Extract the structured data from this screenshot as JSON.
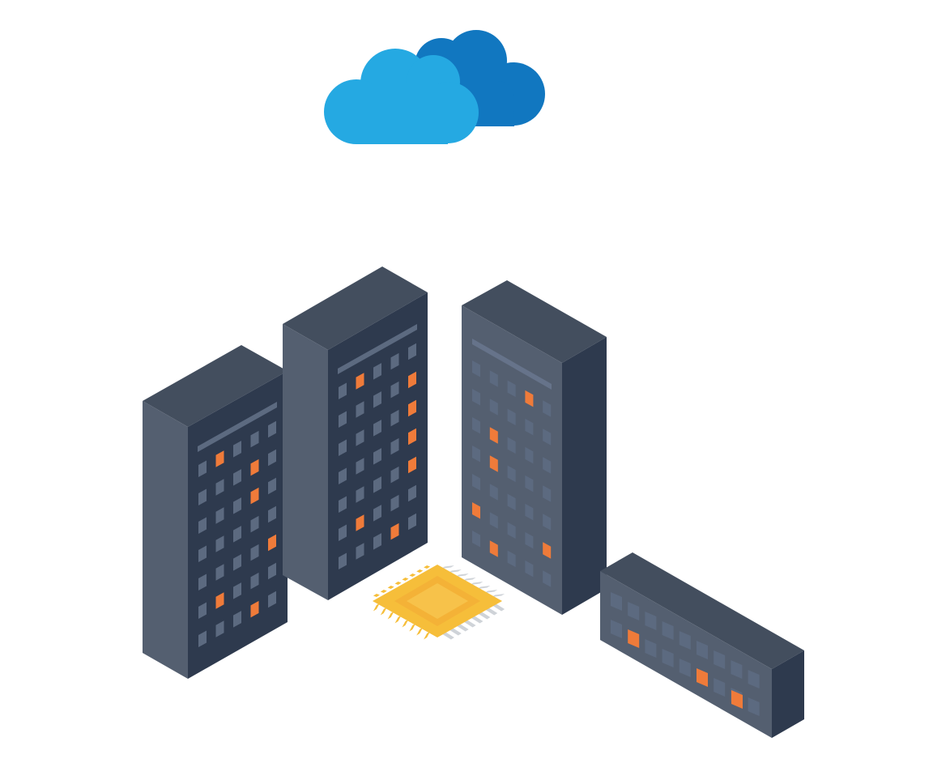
{
  "scene": {
    "background": "#ffffff",
    "colors": {
      "cloud_front": "#25a9e2",
      "cloud_back": "#1177c0",
      "tower_top": "#434e5e",
      "tower_left": "#545f70",
      "tower_right": "#2e3a4e",
      "window_dim": "#5c6a80",
      "window_lit": "#ef7b3a",
      "chip_body": "#f6be3a",
      "chip_core": "#f4b237",
      "chip_pin": "#cfd3d8"
    },
    "objects": [
      {
        "name": "cloud-icon",
        "kind": "cloud",
        "count": 2
      },
      {
        "name": "server-rack-icon",
        "kind": "server",
        "count": 3
      },
      {
        "name": "server-unit-icon",
        "kind": "server",
        "count": 1
      },
      {
        "name": "chip-icon",
        "kind": "processor",
        "count": 1
      }
    ]
  }
}
